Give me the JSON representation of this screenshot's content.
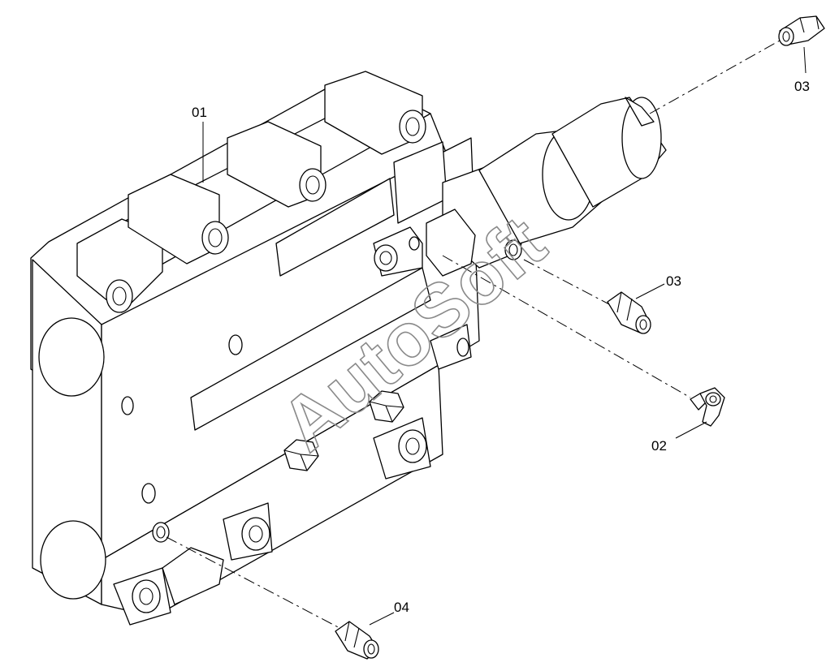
{
  "diagram": {
    "parts": [
      {
        "id": "01",
        "label": "01",
        "name": "valve-body"
      },
      {
        "id": "02",
        "label": "02",
        "name": "elbow-fitting"
      },
      {
        "id": "03a",
        "label": "03",
        "name": "straight-fitting-top"
      },
      {
        "id": "03b",
        "label": "03",
        "name": "straight-fitting-middle"
      },
      {
        "id": "04",
        "label": "04",
        "name": "straight-fitting-bottom"
      }
    ],
    "watermark": "AutoSoft"
  }
}
